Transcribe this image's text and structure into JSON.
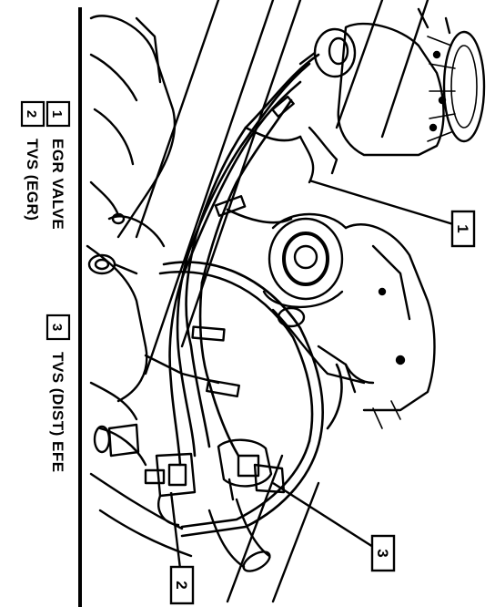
{
  "callouts": [
    {
      "number": "1"
    },
    {
      "number": "2"
    },
    {
      "number": "3"
    }
  ],
  "legend": [
    {
      "number": "1",
      "label": "EGR VALVE"
    },
    {
      "number": "2",
      "label": "TVS (EGR)"
    },
    {
      "number": "3",
      "label": "TVS (DIST) EFE"
    }
  ]
}
